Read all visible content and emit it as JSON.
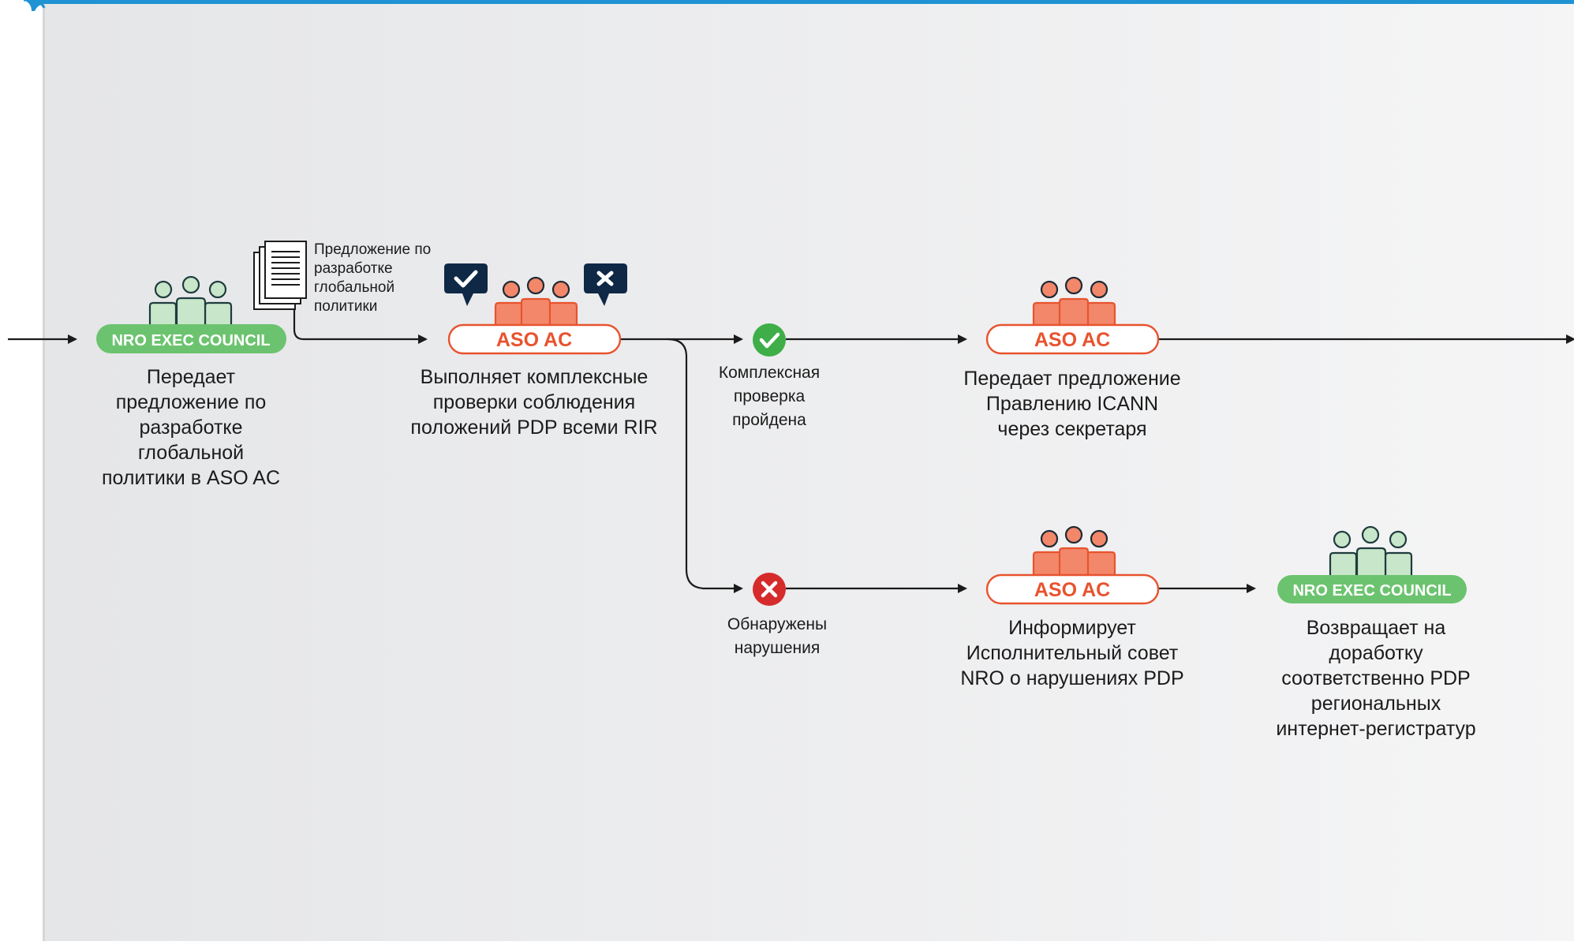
{
  "nodes": {
    "council_1": {
      "badge": "NRO EXEC COUNCIL",
      "caption": [
        "Передает",
        "предложение по",
        "разработке",
        "глобальной",
        "политики в ASO AC"
      ]
    },
    "document": {
      "label": [
        "Предложение по",
        "разработке",
        "глобальной",
        "политики"
      ]
    },
    "aso_1": {
      "badge": "ASO AC",
      "caption": [
        "Выполняет комплексные",
        "проверки соблюдения",
        "положений PDP всеми RIR"
      ]
    },
    "check_pass": {
      "caption": [
        "Комплексная",
        "проверка",
        "пройдена"
      ]
    },
    "aso_2": {
      "badge": "ASO AC",
      "caption": [
        "Передает предложение",
        "Правлению ICANN",
        "через секретаря"
      ]
    },
    "check_fail": {
      "caption": [
        "Обнаружены",
        "нарушения"
      ]
    },
    "aso_3": {
      "badge": "ASO AC",
      "caption": [
        "Информирует",
        "Исполнительный совет",
        "NRO о нарушениях PDP"
      ]
    },
    "council_2": {
      "badge": "NRO EXEC COUNCIL",
      "caption": [
        "Возвращает на",
        "доработку",
        "соответственно PDP",
        "региональных",
        "интернет-регистратур"
      ]
    }
  },
  "colors": {
    "top_bar": "#1f93d3",
    "background_left": "#e7e8ea",
    "background_right": "#f4f4f5",
    "council_fill": "#c8e6c9",
    "council_badge": "#6cc36f",
    "aso_fill": "#f2876a",
    "aso_stroke": "#e8532e",
    "navy": "#0e2846",
    "pass_green": "#3fae49",
    "fail_red": "#d62b2b",
    "line": "#1b1b1b"
  }
}
